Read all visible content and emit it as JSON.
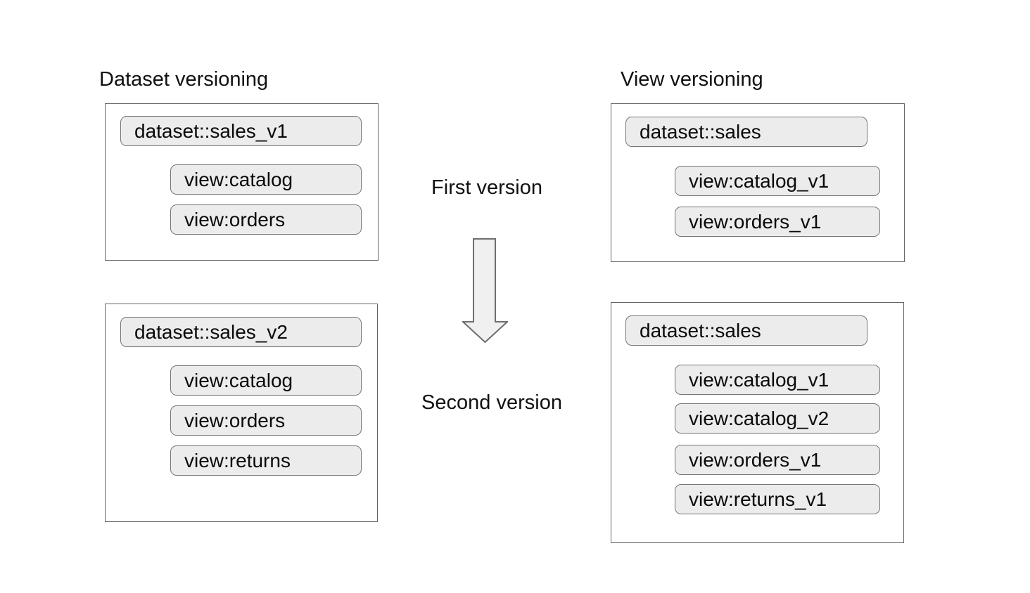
{
  "diagram": {
    "left_column": {
      "title": "Dataset versioning",
      "first": {
        "dataset": "dataset::sales_v1",
        "views": [
          "view:catalog",
          "view:orders"
        ]
      },
      "second": {
        "dataset": "dataset::sales_v2",
        "views": [
          "view:catalog",
          "view:orders",
          "view:returns"
        ]
      }
    },
    "right_column": {
      "title": "View versioning",
      "first": {
        "dataset": "dataset::sales",
        "views": [
          "view:catalog_v1",
          "view:orders_v1"
        ]
      },
      "second": {
        "dataset": "dataset::sales",
        "views": [
          "view:catalog_v1",
          "view:catalog_v2",
          "view:orders_v1",
          "view:returns_v1"
        ]
      }
    },
    "center": {
      "first_label": "First version",
      "second_label": "Second version",
      "arrow_icon": "down-arrow"
    },
    "colors": {
      "background": "#ffffff",
      "box_border": "#666666",
      "pill_fill": "#ececec",
      "pill_border": "#757575",
      "arrow_fill": "#f0f0f0",
      "arrow_border": "#6e6e6e",
      "text": "#000000"
    }
  }
}
